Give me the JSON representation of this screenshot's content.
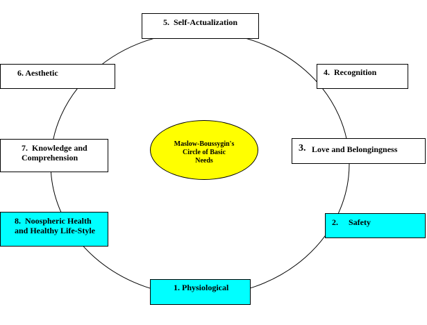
{
  "center": {
    "label": "Maslow-Boussygin's\nCircle of Basic\nNeeds",
    "color": "#ffff00"
  },
  "needs": {
    "n1": {
      "label": "1. Physiological",
      "color": "#00ffff"
    },
    "n2": {
      "label": "2.     Safety",
      "color": "#00ffff"
    },
    "n3": {
      "label_number": "3.",
      "label_text": "  Love and Belongingness",
      "color": "#ffffff"
    },
    "n4": {
      "label": "4.  Recognition",
      "color": "#ffffff"
    },
    "n5": {
      "label": "5.  Self-Actualization",
      "color": "#ffffff"
    },
    "n6": {
      "label": "6. Aesthetic",
      "color": "#ffffff"
    },
    "n7": {
      "label": "7.  Knowledge and\nComprehension",
      "color": "#ffffff"
    },
    "n8": {
      "label": "8.  Noospheric Health\nand Healthy Life-Style",
      "color": "#00ffff"
    }
  }
}
